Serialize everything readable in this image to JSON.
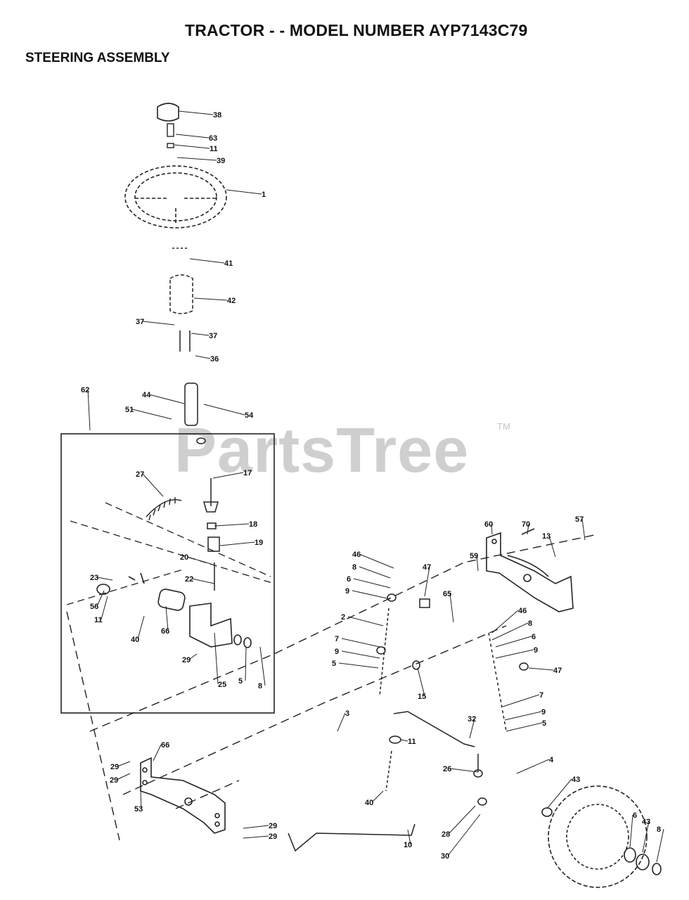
{
  "header": {
    "title": "TRACTOR - - MODEL NUMBER AYP7143C79",
    "subtitle": "STEERING ASSEMBLY"
  },
  "watermark": {
    "brand": "PartsTree",
    "trademark": "TM"
  },
  "callouts": [
    "38",
    "63",
    "11",
    "39",
    "1",
    "41",
    "42",
    "37",
    "37",
    "36",
    "62",
    "44",
    "51",
    "54",
    "17",
    "27",
    "18",
    "19",
    "20",
    "22",
    "23",
    "56",
    "11",
    "40",
    "66",
    "29",
    "25",
    "5",
    "8",
    "46",
    "8",
    "6",
    "9",
    "47",
    "65",
    "2",
    "7",
    "9",
    "5",
    "15",
    "60",
    "70",
    "13",
    "57",
    "59",
    "46",
    "8",
    "6",
    "9",
    "47",
    "7",
    "9",
    "5",
    "3",
    "32",
    "11",
    "4",
    "26",
    "40",
    "28",
    "30",
    "10",
    "66",
    "29",
    "29",
    "53",
    "29",
    "29",
    "43",
    "6",
    "43",
    "8"
  ]
}
